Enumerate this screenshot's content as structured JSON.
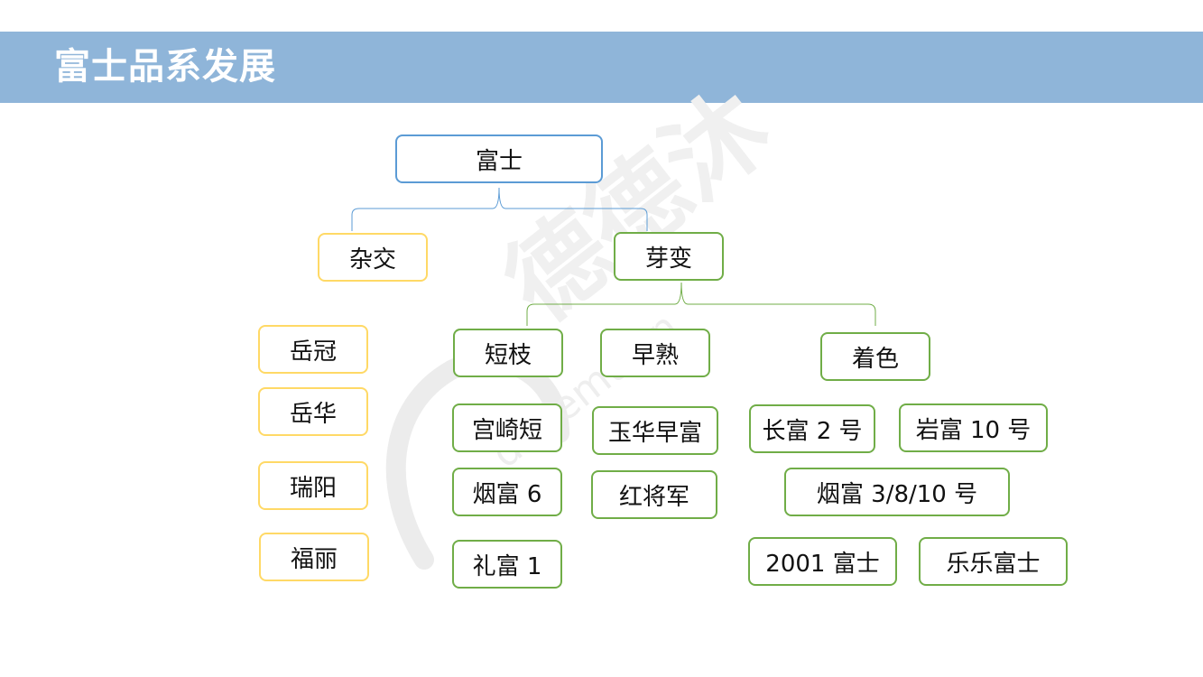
{
  "header": {
    "title": "富士品系发展"
  },
  "diagram": {
    "root": "富士",
    "hybrid": "杂交",
    "mutation": "芽变",
    "hybrid_varieties": [
      "岳冠",
      "岳华",
      "瑞阳",
      "福丽"
    ],
    "short_branch": {
      "label": "短枝",
      "varieties": [
        "宫崎短",
        "烟富 6",
        "礼富 1"
      ]
    },
    "early_ripe": {
      "label": "早熟",
      "varieties": [
        "玉华早富",
        "红将军"
      ]
    },
    "coloring": {
      "label": "着色",
      "varieties": [
        "长富 2 号",
        "岩富 10 号",
        "烟富 3/8/10 号",
        "2001 富士",
        "乐乐富士"
      ]
    }
  },
  "watermark": {
    "text": "dedemu.cn",
    "brand_cn": "德德沐"
  },
  "colors": {
    "header_bg": "#8fb5d9",
    "root_border": "#5b9bd5",
    "hybrid_border": "#ffd966",
    "mutation_border": "#70ad47"
  }
}
